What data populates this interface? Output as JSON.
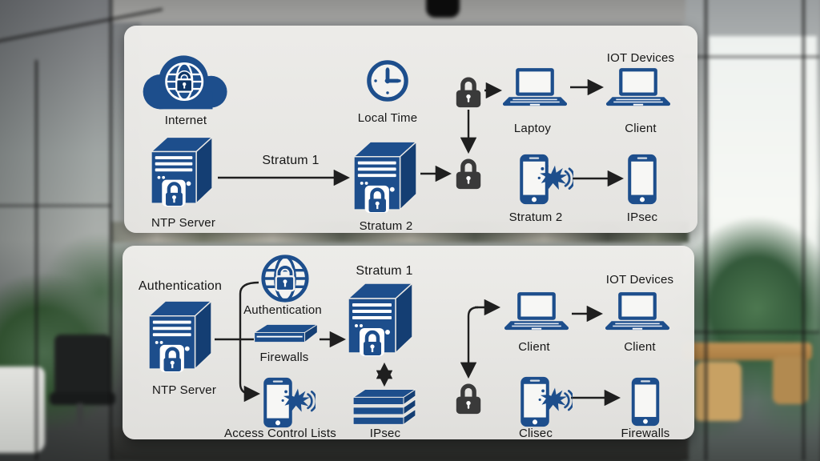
{
  "colors": {
    "blue": "#1d4e8c",
    "blue_dark": "#143e73",
    "lock": "#3a3a3a",
    "line": "#1f1f1f",
    "seam": "#e9e8e5",
    "screen": "#f7f7f5",
    "panel": "#edecE9"
  },
  "top_panel": {
    "internet_label": "Internet",
    "local_time_label": "Local Time",
    "ntp_server_label": "NTP Server",
    "stratum1_edge_label": "Stratum 1",
    "stratum2_server_label": "Stratum 2",
    "laptop_label": "Laptoy",
    "iot_devices_title": "IOT Devices",
    "iot_client_label": "Client",
    "stratum2_phone_label": "Stratum 2",
    "ipsec_phone_label": "IPsec"
  },
  "bottom_panel": {
    "authentication_title": "Authentication",
    "ntp_server_label": "NTP Server",
    "authentication_globe_label": "Authentication",
    "firewalls_label": "Firewalls",
    "access_control_lists_label": "Access Control Lists",
    "stratum1_label": "Stratum 1",
    "ipsec_label": "IPsec",
    "client_laptop_label": "Client",
    "iot_devices_title": "IOT Devices",
    "iot_client_label": "Client",
    "clisec_phone_label": "Clisec",
    "firewalls_phone_label": "Firewalls"
  }
}
